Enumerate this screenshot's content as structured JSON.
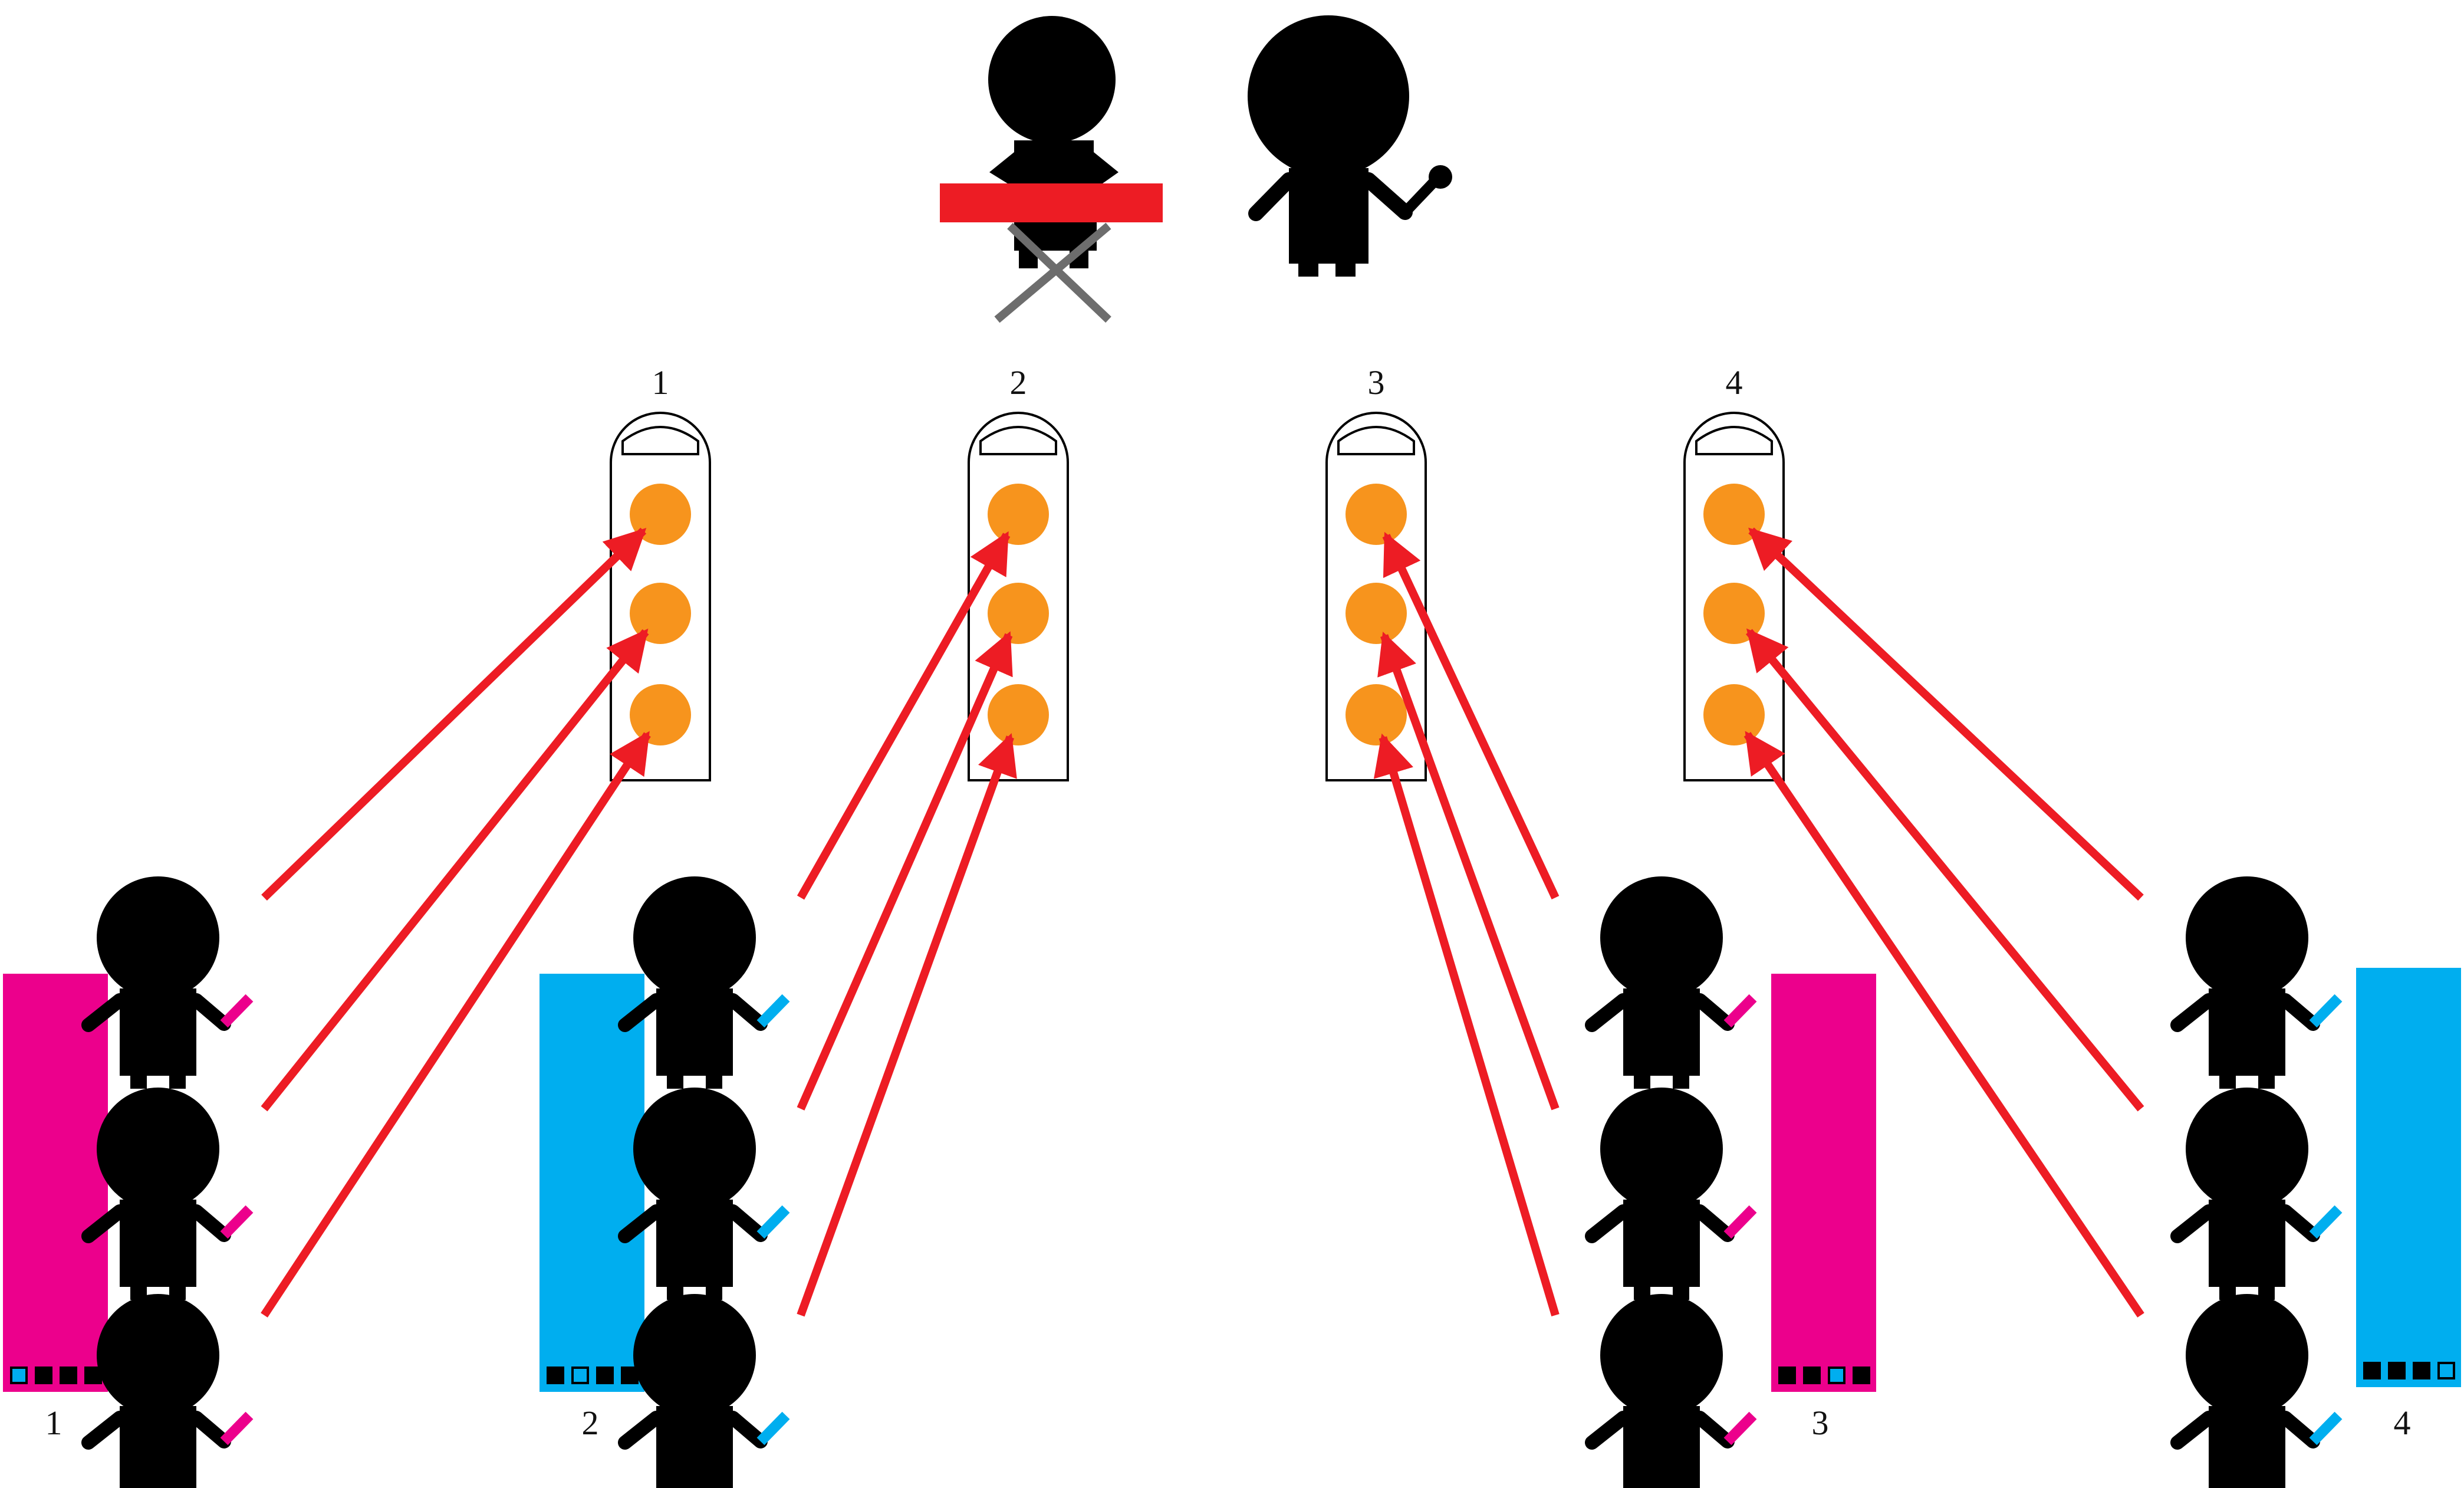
{
  "colors": {
    "figure": "#000000",
    "arrow": "#ed1c24",
    "light": "#f7941d",
    "magenta": "#ec008c",
    "cyan": "#00aeef",
    "cross": "#6d6d6d",
    "bar": "#ed1c24"
  },
  "top_figures": [
    {
      "name": "figure-crossed-out",
      "icon": "person-icon",
      "state": "disabled"
    },
    {
      "name": "figure-waving",
      "icon": "person-icon",
      "holding": "baton"
    }
  ],
  "stations": [
    {
      "label": "1",
      "lights": 3
    },
    {
      "label": "2",
      "lights": 3
    },
    {
      "label": "3",
      "lights": 3
    },
    {
      "label": "4",
      "lights": 3
    }
  ],
  "groups": [
    {
      "label": "1",
      "team_color": "magenta",
      "members": 3,
      "highlighted_slot": 1,
      "slots": 4
    },
    {
      "label": "2",
      "team_color": "cyan",
      "members": 3,
      "highlighted_slot": 2,
      "slots": 4
    },
    {
      "label": "3",
      "team_color": "magenta",
      "members": 3,
      "highlighted_slot": 3,
      "slots": 4
    },
    {
      "label": "4",
      "team_color": "cyan",
      "members": 3,
      "highlighted_slot": 4,
      "slots": 4
    }
  ]
}
